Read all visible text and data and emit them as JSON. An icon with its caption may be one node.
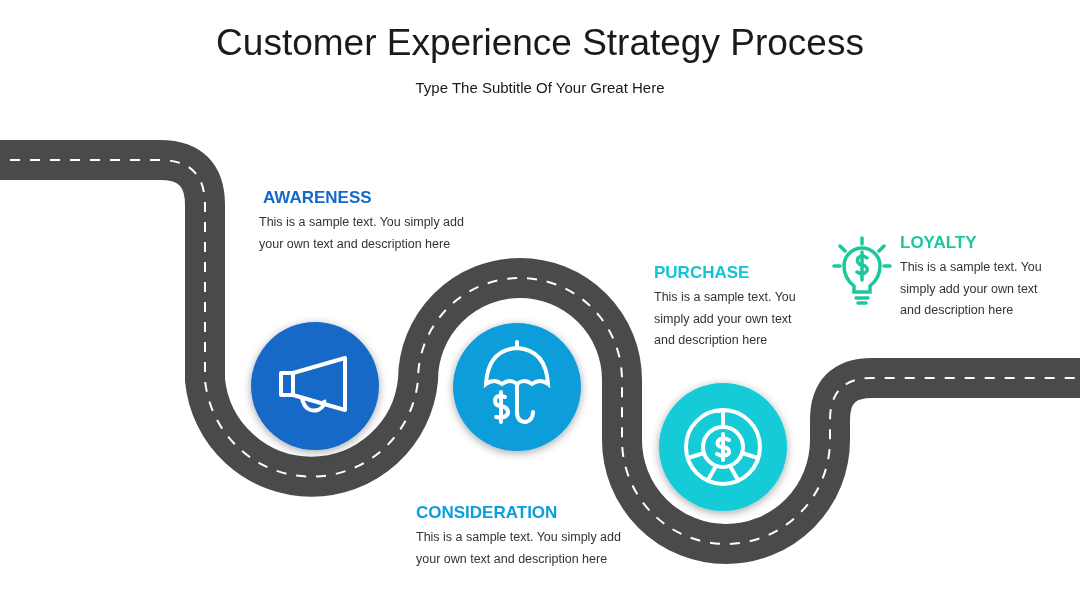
{
  "diagram": {
    "title": "Customer Experience Strategy Process",
    "caption": "Type The Subtitle Of Your Great Here",
    "labels": [
      "AWARENESS",
      "This is a sample text. You simply add your own text and description here",
      "PURCHASE",
      "This is a sample text. You simply add your own text and description here",
      "LOYALTY",
      "This is a sample text. You simply add your own text and description here",
      "CONSIDERATION",
      "This is a sample text. You simply add your own text and description here"
    ]
  }
}
